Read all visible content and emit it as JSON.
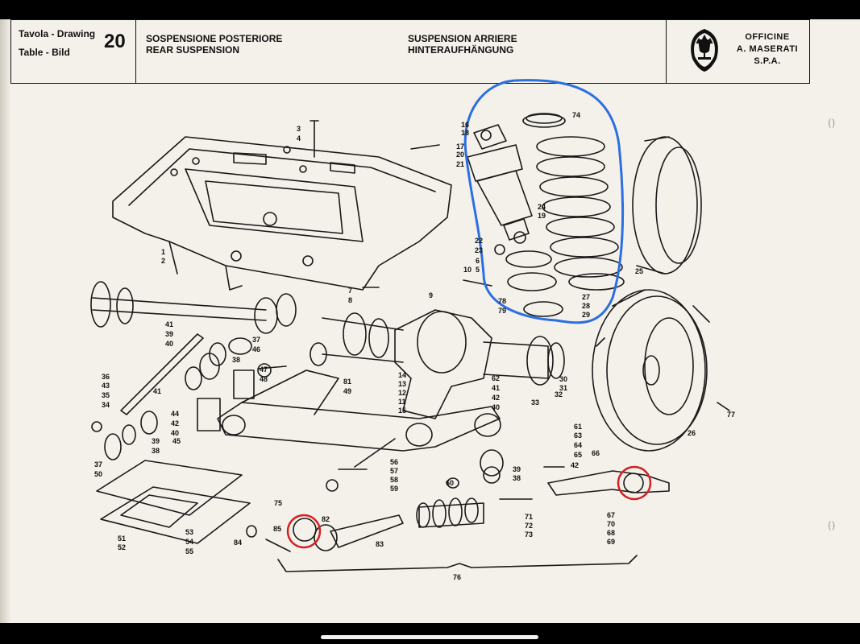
{
  "header": {
    "tavola_label": "Tavola - Drawing",
    "table_label": "Table - Bild",
    "drawing_number": "20",
    "title_it": "SOSPENSIONE POSTERIORE",
    "title_en": "REAR SUSPENSION",
    "title_fr": "SUSPENSION ARRIERE",
    "title_de": "HINTERAUFHÄNGUNG",
    "company_line1": "OFFICINE",
    "company_line2": "A. MASERATI",
    "company_line3": "S.P.A."
  },
  "margin_marks": [
    "(",
    ")",
    "()",
    "()"
  ],
  "annotations": {
    "blue_circle_color": "#2b6fe0",
    "red_circle_color": "#d42020"
  },
  "callouts": {
    "c1": "1",
    "c2": "2",
    "c3": "3",
    "c4": "4",
    "c5": "5",
    "c6": "6",
    "c7": "7",
    "c8": "8",
    "c9": "9",
    "c10": "10",
    "c11": "11",
    "c12": "12",
    "c13": "13",
    "c14": "14",
    "c15": "15",
    "c16": "16",
    "c17": "17",
    "c18": "18",
    "c19": "19",
    "c20": "20",
    "c21": "21",
    "c22": "22",
    "c23": "23",
    "c24": "24",
    "c25": "25",
    "c26": "26",
    "c27": "27",
    "c28": "28",
    "c29": "29",
    "c30": "30",
    "c31": "31",
    "c32": "32",
    "c33": "33",
    "c34": "34",
    "c35": "35",
    "c36": "36",
    "c37a": "37",
    "c37b": "37",
    "c38a": "38",
    "c38b": "38",
    "c38c": "38",
    "c39a": "39",
    "c39b": "39",
    "c39c": "39",
    "c40a": "40",
    "c40b": "40",
    "c40c": "40",
    "c41a": "41",
    "c41b": "41",
    "c42a": "42",
    "c42b": "42",
    "c42c": "42",
    "c43": "43",
    "c44": "44",
    "c45": "45",
    "c46": "46",
    "c47": "47",
    "c48": "48",
    "c49": "49",
    "c50": "50",
    "c51": "51",
    "c52": "52",
    "c53": "53",
    "c54": "54",
    "c55": "55",
    "c56": "56",
    "c57": "57",
    "c58": "58",
    "c59": "59",
    "c60": "60",
    "c61": "61",
    "c62": "62",
    "c63": "63",
    "c64": "64",
    "c65": "65",
    "c66": "66",
    "c67": "67",
    "c68": "68",
    "c69": "69",
    "c70": "70",
    "c71": "71",
    "c72": "72",
    "c73": "73",
    "c74": "74",
    "c75": "75",
    "c76": "76",
    "c77": "77",
    "c78": "78",
    "c79": "79",
    "c81": "81",
    "c82": "82",
    "c83": "83",
    "c84": "84",
    "c85": "85"
  }
}
